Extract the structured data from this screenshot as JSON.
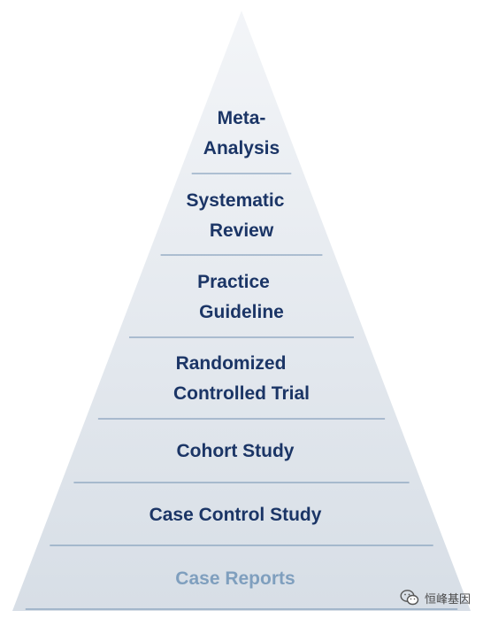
{
  "pyramid": {
    "levels": [
      {
        "id": "meta-analysis",
        "lines": [
          "Meta-",
          "Analysis"
        ],
        "color": "#1b3566"
      },
      {
        "id": "systematic-review",
        "lines": [
          "Systematic",
          "Review"
        ],
        "color": "#1b3566"
      },
      {
        "id": "practice-guideline",
        "lines": [
          "Practice",
          "Guideline"
        ],
        "color": "#1b3566"
      },
      {
        "id": "randomized-controlled-trial",
        "lines": [
          "Randomized",
          "Controlled Trial"
        ],
        "color": "#1b3566"
      },
      {
        "id": "cohort-study",
        "lines": [
          "Cohort Study"
        ],
        "color": "#1b3566"
      },
      {
        "id": "case-control-study",
        "lines": [
          "Case Control Study"
        ],
        "color": "#1b3566"
      },
      {
        "id": "case-reports",
        "lines": [
          "Case Reports"
        ],
        "color": "#7f9fbe"
      }
    ],
    "fill_top": "#f3f5f8",
    "fill_bottom": "#d7dee6",
    "divider_color": "#6f8fb0"
  },
  "watermark": {
    "icon": "wechat-icon",
    "text": "恒峰基因"
  }
}
